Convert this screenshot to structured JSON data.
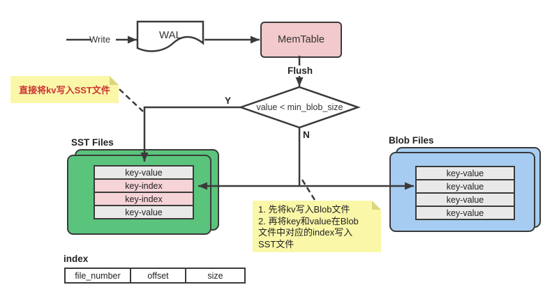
{
  "flow": {
    "write": "Write",
    "wal": "WAL",
    "memtable": "MemTable",
    "flush": "Flush",
    "condition": "value < min_blob_size",
    "branch_yes": "Y",
    "branch_no": "N"
  },
  "notes": {
    "sst_note": "直接将kv写入SST文件",
    "blob_note_lines": [
      "1. 先将kv写入Blob文件",
      "2. 再将key和value在Blob",
      "文件中对应的index写入",
      "SST文件"
    ]
  },
  "sst_files": {
    "title": "SST Files",
    "rows": [
      "key-value",
      "key-index",
      "key-index",
      "key-value"
    ]
  },
  "blob_files": {
    "title": "Blob Files",
    "rows": [
      "key-value",
      "key-value",
      "key-value",
      "key-value"
    ]
  },
  "index_table": {
    "title": "index",
    "columns": [
      "file_number",
      "offset",
      "size"
    ]
  },
  "colors": {
    "memtable_fill": "#F2C9CC",
    "sst_fill": "#5AC47C",
    "blob_fill": "#A6CDF1",
    "row_gray": "#E9E9E9",
    "row_pink": "#F5D3D6",
    "note_yellow": "#FAF7A8",
    "note_fold": "#DCD77F",
    "note_red_text": "#CC3333",
    "line": "#3A3A3A"
  }
}
